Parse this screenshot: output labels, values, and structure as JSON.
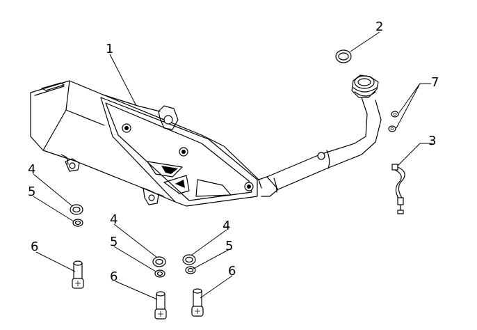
{
  "callouts": [
    {
      "label": "1"
    },
    {
      "label": "2"
    },
    {
      "label": "7"
    },
    {
      "label": "3"
    },
    {
      "label": "4"
    },
    {
      "label": "5"
    },
    {
      "label": "6"
    },
    {
      "label": "4"
    },
    {
      "label": "5"
    },
    {
      "label": "6"
    },
    {
      "label": "4"
    },
    {
      "label": "5"
    },
    {
      "label": "6"
    }
  ]
}
